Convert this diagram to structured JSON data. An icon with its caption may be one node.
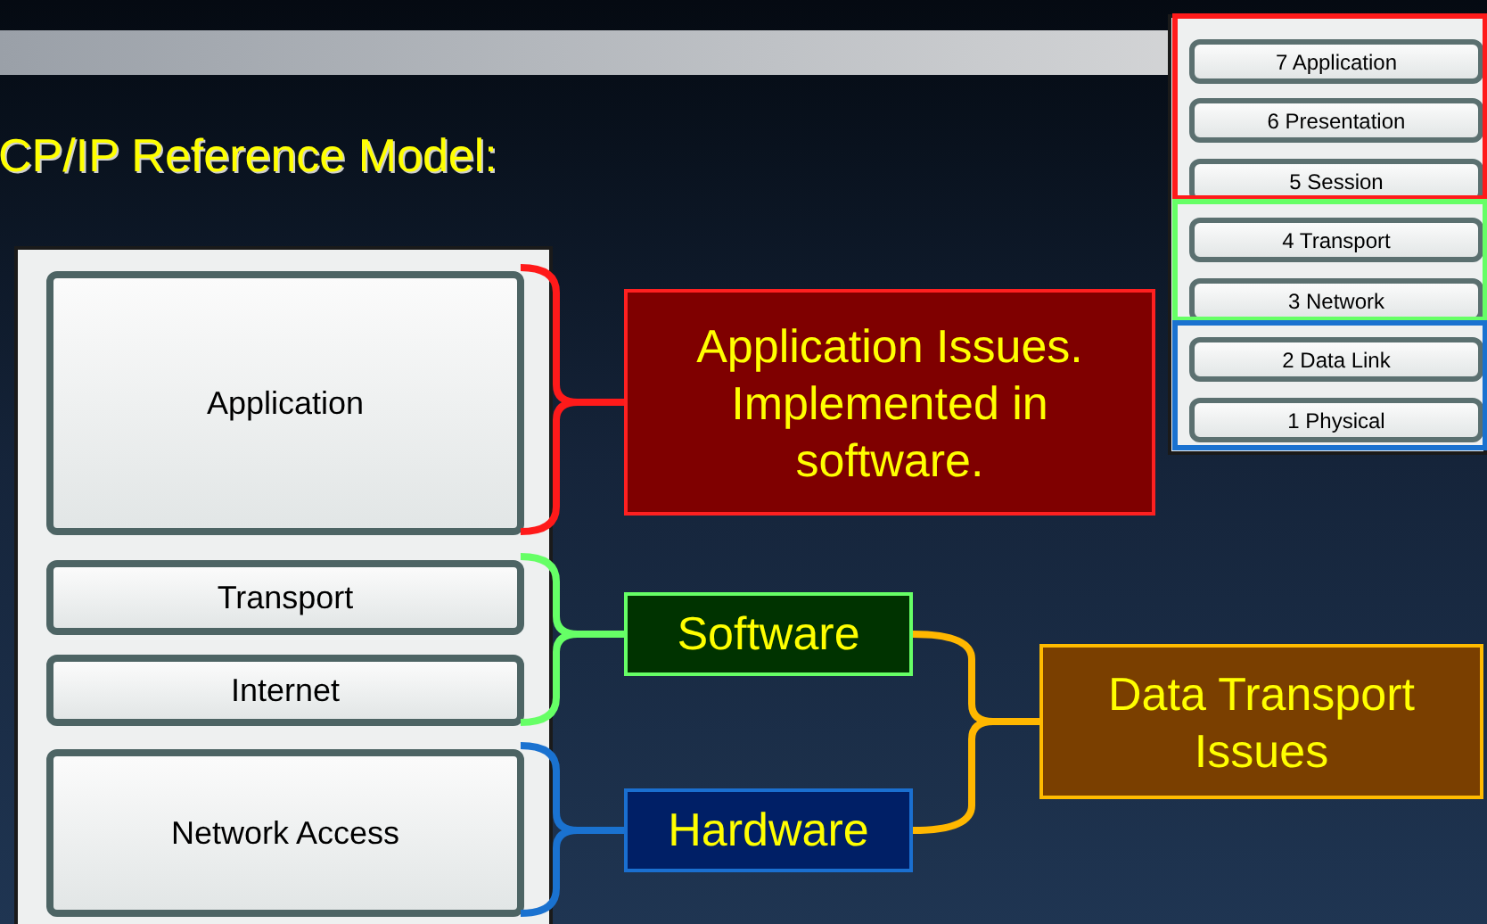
{
  "diagram": {
    "title": "CP/IP Reference Model:",
    "nodes": [
      {
        "text": [],
        "shape": "box"
      },
      {
        "text": [
          "Application"
        ],
        "in": 0
      },
      {
        "text": [
          "Transport"
        ],
        "in": 0
      },
      {
        "text": [
          "Internet"
        ],
        "in": 0
      },
      {
        "text": [
          "Network Access"
        ],
        "in": 0
      },
      {
        "text": [
          "Application Issues. Implemented in software."
        ]
      },
      {
        "text": [
          "Software"
        ]
      },
      {
        "text": [
          "Hardware"
        ]
      },
      {
        "text": [
          "Data Transport Issues"
        ]
      },
      {
        "text": [],
        "shape": "box"
      },
      {
        "text": [
          "7 Application"
        ],
        "in": 9
      },
      {
        "text": [
          "6 Presentation"
        ],
        "in": 9
      },
      {
        "text": [
          "5 Session"
        ],
        "in": 9
      },
      {
        "text": [
          "4 Transport"
        ],
        "in": 9
      },
      {
        "text": [
          "3 Network"
        ],
        "in": 9
      },
      {
        "text": [
          "2 Data Link"
        ],
        "in": 9
      },
      {
        "text": [
          "1 Physical"
        ],
        "in": 9
      }
    ],
    "edges": [
      {
        "from": 1,
        "to": 5,
        "arrow": "none",
        "color": "#ff1a1a"
      },
      {
        "from": 2,
        "to": 6,
        "arrow": "none",
        "color": "#66ff66"
      },
      {
        "from": 3,
        "to": 6,
        "arrow": "none",
        "color": "#66ff66"
      },
      {
        "from": 4,
        "to": 7,
        "arrow": "none",
        "color": "#1a72d0"
      },
      {
        "from": 6,
        "to": 8,
        "arrow": "none",
        "color": "#ffb700"
      },
      {
        "from": 7,
        "to": 8,
        "arrow": "none",
        "color": "#ffb700"
      }
    ]
  }
}
